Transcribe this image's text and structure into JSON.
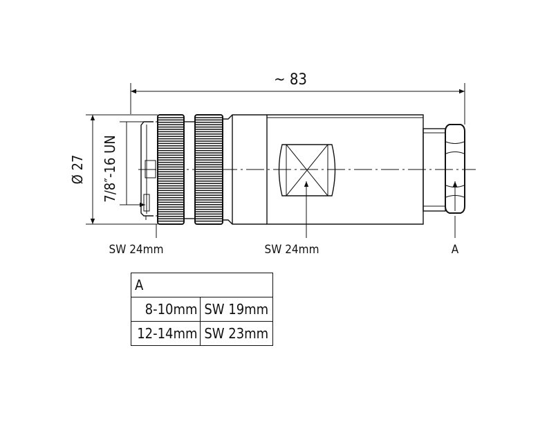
{
  "dimensions": {
    "length": "~ 83",
    "diameter": "Ø 27",
    "thread": "7/8″-16 UN"
  },
  "callouts": {
    "wrench_front": "SW 24mm",
    "wrench_body": "SW 24mm",
    "ref_a": "A"
  },
  "table": {
    "header": "A",
    "rows": [
      {
        "cable_range": "8-10mm",
        "wrench_size": "SW 19mm"
      },
      {
        "cable_range": "12-14mm",
        "wrench_size": "SW 23mm"
      }
    ]
  }
}
